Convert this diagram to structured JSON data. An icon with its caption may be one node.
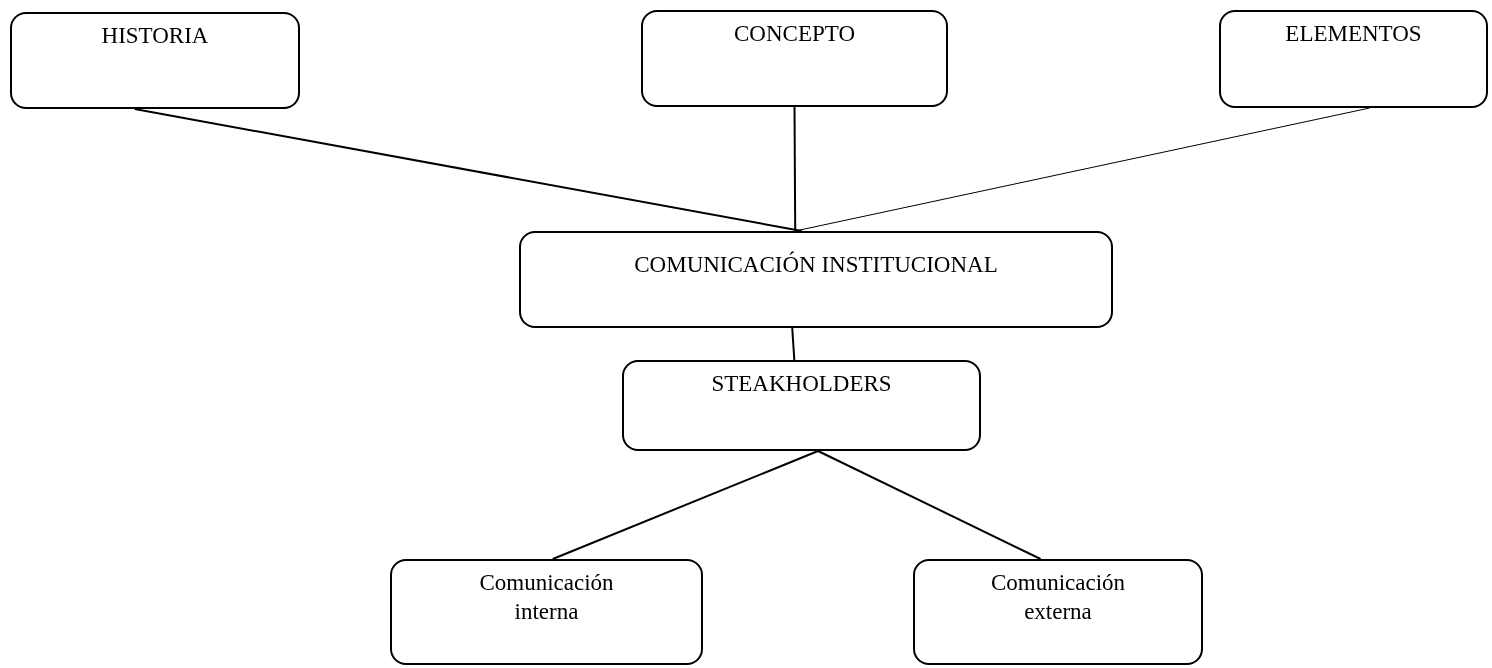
{
  "diagram": {
    "nodes": [
      {
        "text": [
          "HISTORIA"
        ]
      },
      {
        "text": [
          "CONCEPTO"
        ]
      },
      {
        "text": [
          "ELEMENTOS"
        ]
      },
      {
        "text": [
          "COMUNICACIÓN INSTITUCIONAL"
        ]
      },
      {
        "text": [
          "STEAKHOLDERS"
        ]
      },
      {
        "text": [
          "Comunicación interna"
        ]
      },
      {
        "text": [
          "Comunicación externa"
        ]
      }
    ],
    "edges": [
      {
        "from": 0,
        "to": 3,
        "arrow": "none"
      },
      {
        "from": 1,
        "to": 3,
        "arrow": "none"
      },
      {
        "from": 2,
        "to": 3,
        "arrow": "none"
      },
      {
        "from": 3,
        "to": 4,
        "arrow": "none"
      },
      {
        "from": 4,
        "to": 5,
        "arrow": "none"
      },
      {
        "from": 4,
        "to": 6,
        "arrow": "none"
      }
    ]
  }
}
